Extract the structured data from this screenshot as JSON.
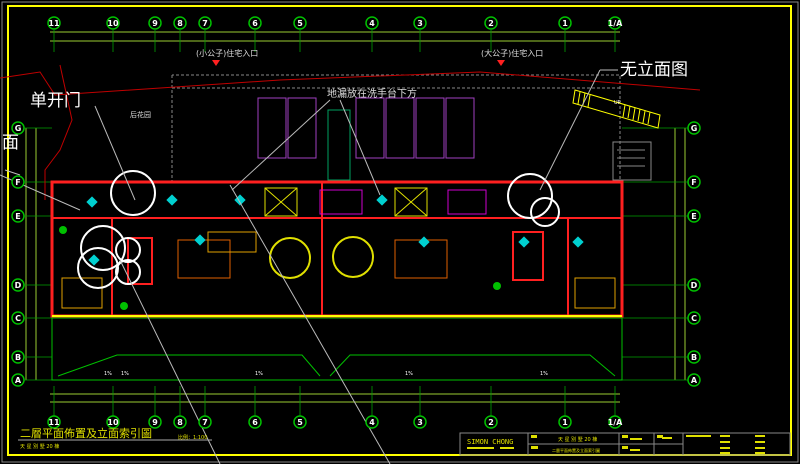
{
  "drawing": {
    "title": "二層平面佈置及立面索引圖",
    "scale": "比例：1:100",
    "subtitle": "天 星 別 墅 20 棟",
    "annotations": {
      "single_door": "单开门",
      "no_elevation": "无立面图",
      "floor_drain": "地漏放在洗手台下方",
      "elevation_partial": "面",
      "entrance_small": "(小公子)住宅入口",
      "entrance_large": "(大公子)住宅入口",
      "back_garden": "后花园",
      "stair_up": "UP"
    },
    "slope_labels": [
      "1%",
      "1%",
      "1%",
      "1%",
      "1%"
    ],
    "grid_columns": [
      "11",
      "10",
      "9",
      "8",
      "7",
      "6",
      "5",
      "4",
      "3",
      "2",
      "1",
      "1/A"
    ],
    "grid_rows": [
      "G",
      "F",
      "E",
      "D",
      "C",
      "B",
      "A"
    ]
  },
  "title_block": {
    "designer": "SIMON CHONG",
    "project": "天 星 別 墅 20 棟",
    "sheet": "二層平面佈置及立面索引圖"
  },
  "colors": {
    "wall": "#ff2020",
    "grid": "#00c000",
    "frame": "#ffff00",
    "furniture": "#e0e000",
    "cyan": "#00d0d0",
    "magenta": "#d000d0"
  }
}
